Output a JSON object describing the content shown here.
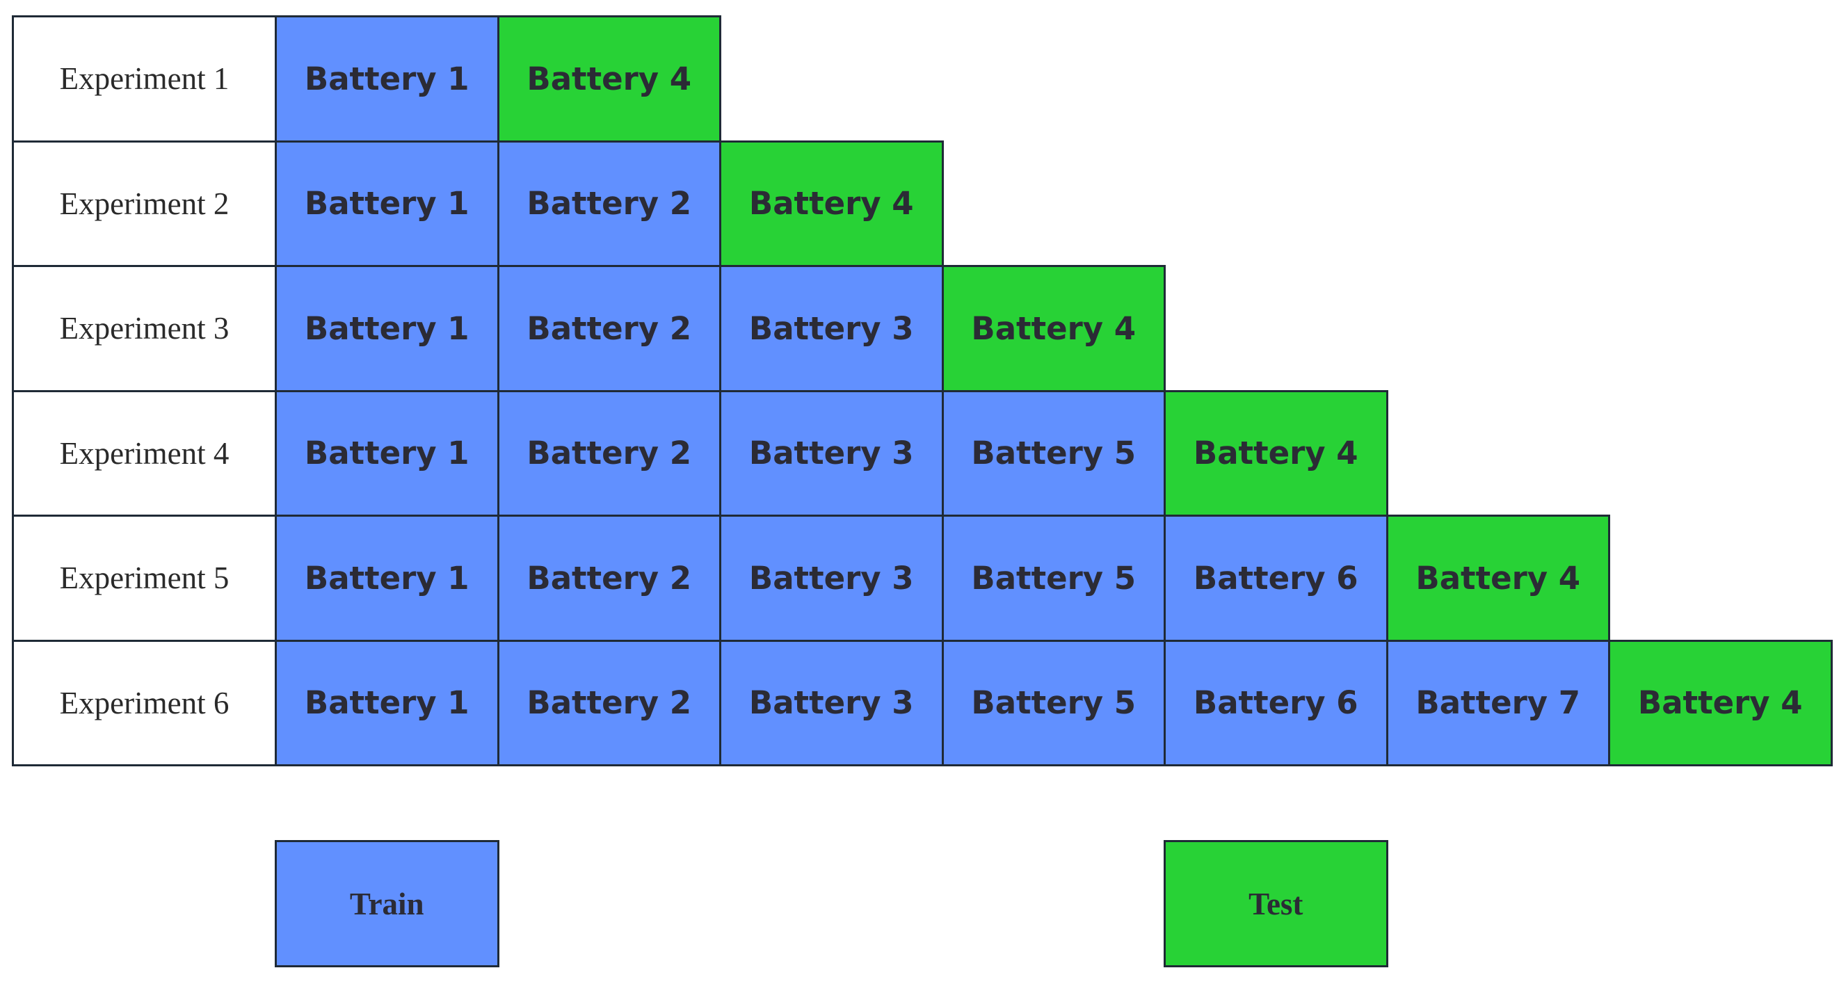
{
  "colors": {
    "train": "#6190ff",
    "test": "#28d236",
    "border": "#1f2a36",
    "label_bg": "#ffffff"
  },
  "experiments": [
    {
      "label": "Experiment 1",
      "train": [
        "Battery 1"
      ],
      "test": "Battery 4"
    },
    {
      "label": "Experiment 2",
      "train": [
        "Battery 1",
        "Battery 2"
      ],
      "test": "Battery 4"
    },
    {
      "label": "Experiment 3",
      "train": [
        "Battery 1",
        "Battery 2",
        "Battery 3"
      ],
      "test": "Battery 4"
    },
    {
      "label": "Experiment 4",
      "train": [
        "Battery 1",
        "Battery 2",
        "Battery 3",
        "Battery 5"
      ],
      "test": "Battery 4"
    },
    {
      "label": "Experiment 5",
      "train": [
        "Battery 1",
        "Battery 2",
        "Battery 3",
        "Battery 5",
        "Battery 6"
      ],
      "test": "Battery 4"
    },
    {
      "label": "Experiment 6",
      "train": [
        "Battery 1",
        "Battery 2",
        "Battery 3",
        "Battery 5",
        "Battery 6",
        "Battery 7"
      ],
      "test": "Battery 4"
    }
  ],
  "legend": {
    "train_label": "Train",
    "test_label": "Test"
  }
}
